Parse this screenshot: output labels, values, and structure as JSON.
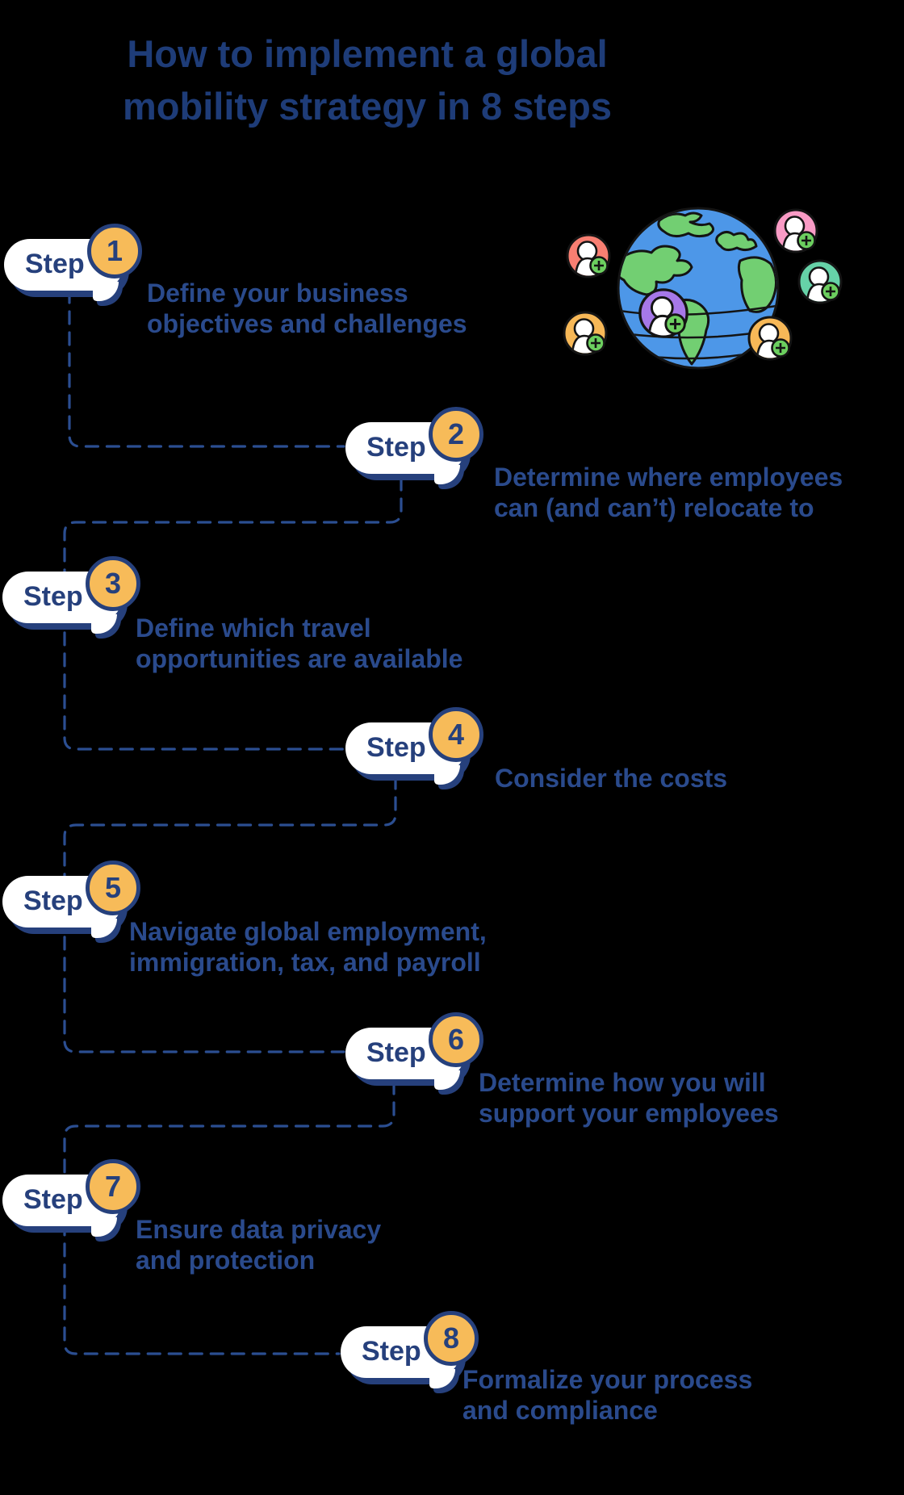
{
  "title": {
    "line1": "How to implement a global",
    "line2": "mobility strategy in 8 steps"
  },
  "steps": [
    {
      "label": "Step",
      "number": "1",
      "description_line1": "Define your business",
      "description_line2": "objectives and challenges"
    },
    {
      "label": "Step",
      "number": "2",
      "description_line1": "Determine where employees",
      "description_line2": "can (and can’t) relocate to"
    },
    {
      "label": "Step",
      "number": "3",
      "description_line1": "Define which travel",
      "description_line2": "opportunities are available"
    },
    {
      "label": "Step",
      "number": "4",
      "description_line1": "Consider the costs",
      "description_line2": ""
    },
    {
      "label": "Step",
      "number": "5",
      "description_line1": "Navigate global employment,",
      "description_line2": "immigration, tax, and payroll"
    },
    {
      "label": "Step",
      "number": "6",
      "description_line1": "Determine how you will",
      "description_line2": "support your employees"
    },
    {
      "label": "Step",
      "number": "7",
      "description_line1": "Ensure data privacy",
      "description_line2": "and protection"
    },
    {
      "label": "Step",
      "number": "8",
      "description_line1": "Formalize your process",
      "description_line2": "and compliance"
    }
  ],
  "colors": {
    "background": "#000000",
    "title_navy": "#1e3c78",
    "body_navy": "#2a4a8c",
    "pill_navy": "#26407c",
    "pill_white": "#ffffff",
    "number_circle_orange": "#f7bb59",
    "dashed_line_blue": "#2b4e91"
  },
  "illustration": {
    "name": "globe-with-new-employee-avatars",
    "globe_fill": "#4d97e8",
    "continent_fill": "#72cf72",
    "outline": "#141414",
    "plus_badge_fill": "#6ccf5f",
    "avatars": [
      {
        "name": "avatar-salmon",
        "color": "#f97f72"
      },
      {
        "name": "avatar-orange-left",
        "color": "#f7b857"
      },
      {
        "name": "avatar-purple",
        "color": "#a678e8"
      },
      {
        "name": "avatar-pink",
        "color": "#f99bc5"
      },
      {
        "name": "avatar-teal",
        "color": "#66d2a8"
      },
      {
        "name": "avatar-orange-right",
        "color": "#f7b857"
      }
    ]
  }
}
